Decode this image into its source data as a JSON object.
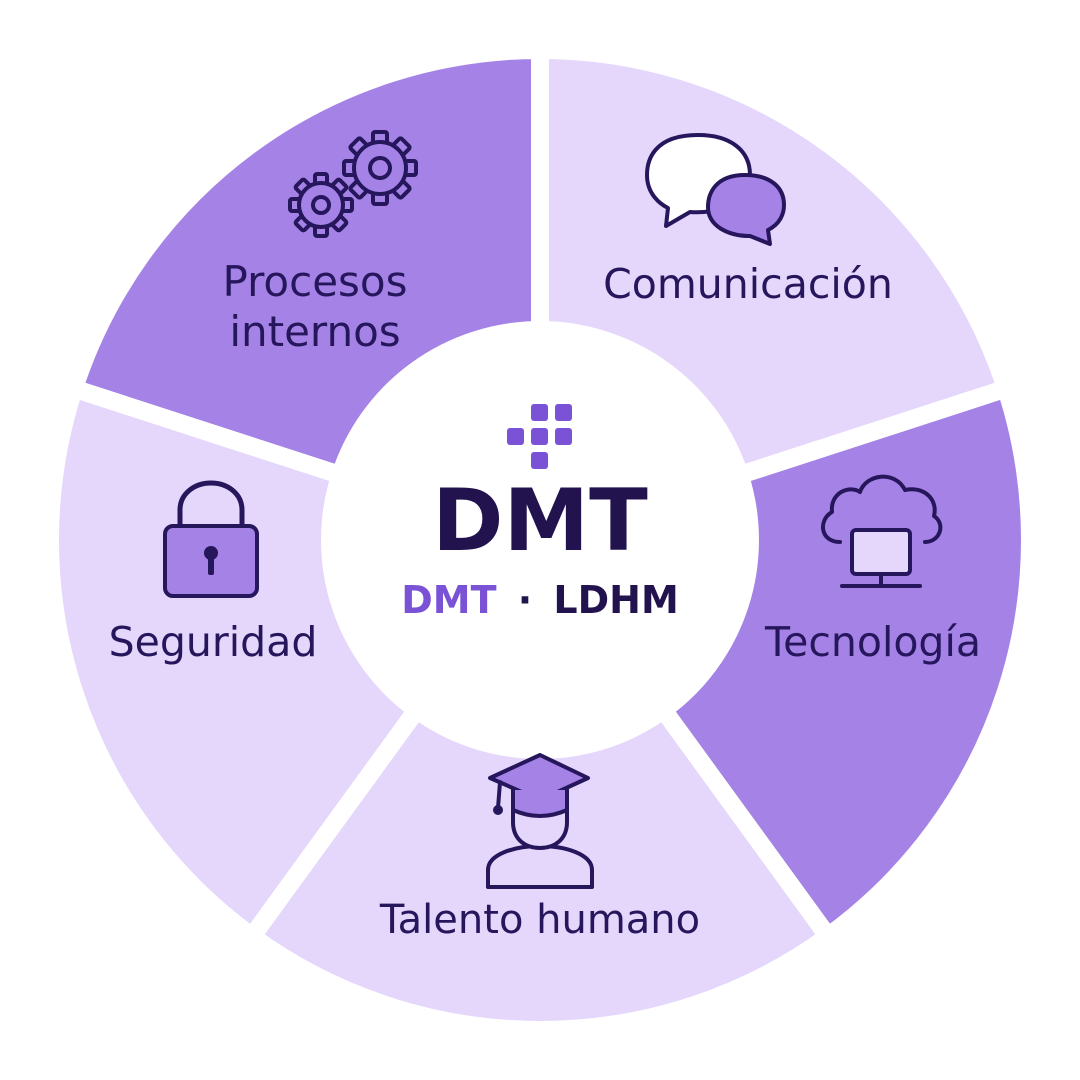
{
  "center": {
    "title": "DMT",
    "subtitle_left": "DMT",
    "subtitle_sep": "·",
    "subtitle_right": "LDHM"
  },
  "segments": [
    {
      "id": "procesos",
      "label_line1": "Procesos",
      "label_line2": "internos",
      "icon": "gears-icon"
    },
    {
      "id": "comunicacion",
      "label_line1": "Comunicación",
      "icon": "speech-bubbles-icon"
    },
    {
      "id": "tecnologia",
      "label_line1": "Tecnología",
      "icon": "cloud-computer-icon"
    },
    {
      "id": "talento",
      "label_line1": "Talento humano",
      "icon": "graduate-person-icon"
    },
    {
      "id": "seguridad",
      "label_line1": "Seguridad",
      "icon": "padlock-icon"
    }
  ],
  "colors": {
    "dark_segment": "#a482e6",
    "light_segment": "#e5d6fb",
    "text": "#26165c",
    "accent": "#7a52d6",
    "center_bg": "#ffffff"
  }
}
